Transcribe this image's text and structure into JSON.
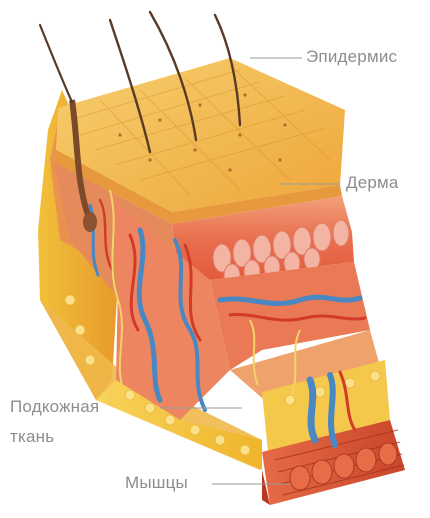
{
  "diagram": {
    "labels": {
      "epidermis": "Эпидермис",
      "dermis": "Дерма",
      "subcutaneous_line1": "Подкожная",
      "subcutaneous_line2": "ткань",
      "muscles": "Мышцы"
    },
    "colors": {
      "epidermis": "#f3bb4c",
      "dermis": "#e6684e",
      "fat": "#f4c234",
      "muscle": "#d9512e",
      "vessel_blue": "#4a88c3",
      "vessel_red": "#d43a2a",
      "hair": "#5a3a25",
      "label_text": "#8d8d8d"
    }
  }
}
